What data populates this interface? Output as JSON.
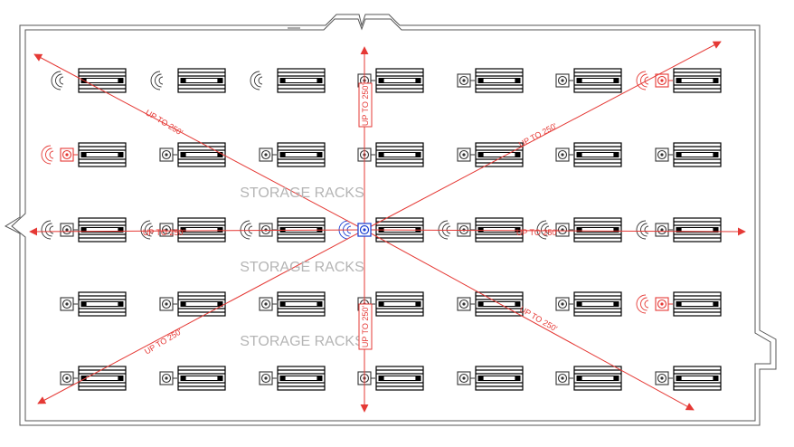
{
  "colors": {
    "wall": "#555555",
    "rack": "#000000",
    "node": "#333333",
    "node_highlight": "#e53935",
    "center_node": "#1a3fd1",
    "range_line": "#e53935",
    "label_gray": "#b5b5b5"
  },
  "range_label": "UP TO 250'",
  "storage_label": "STORAGE RACKS",
  "grid": {
    "rows": 5,
    "cols": 7,
    "row_labels": [
      "storage-row-1",
      "storage-row-2",
      "storage-row-3"
    ],
    "highlight_nodes": [
      [
        0,
        6
      ],
      [
        1,
        0
      ],
      [
        3,
        6
      ]
    ],
    "signal_only_nodes": [
      [
        0,
        0
      ],
      [
        0,
        1
      ],
      [
        0,
        2
      ]
    ],
    "center_node": [
      2,
      3
    ]
  },
  "icons": {
    "node": "antenna-node-icon",
    "signal": "signal-wave-icon",
    "rack": "storage-rack-icon"
  }
}
